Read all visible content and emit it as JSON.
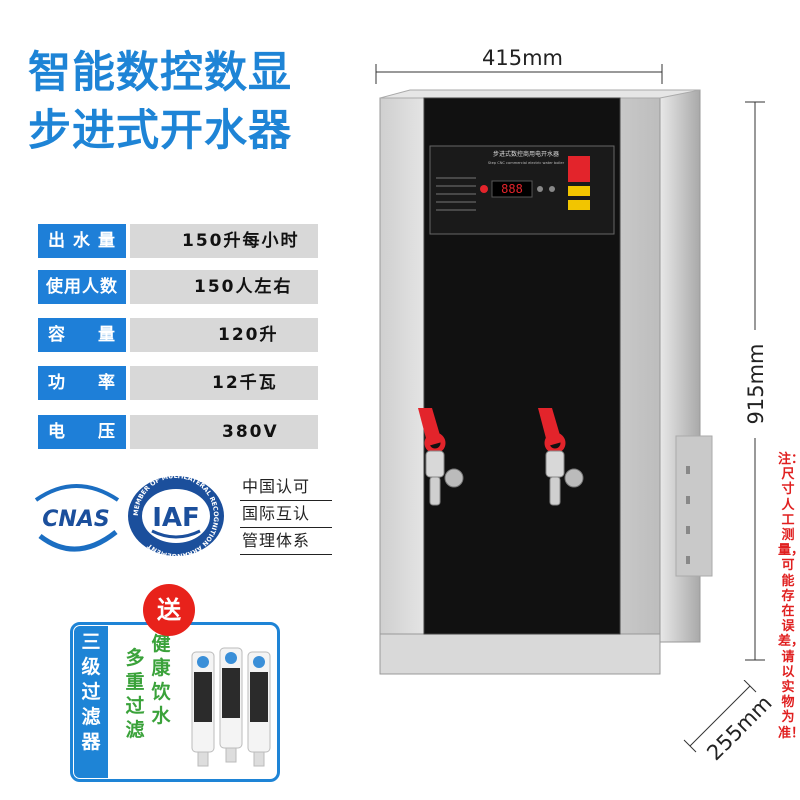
{
  "headline": {
    "line1": "智能数控数显",
    "line2": "步进式开水器"
  },
  "specs": [
    {
      "label": "出水量",
      "value": "150升每小时"
    },
    {
      "label": "使用人数",
      "value": "150人左右"
    },
    {
      "label": "容量",
      "value": "120升"
    },
    {
      "label": "功率",
      "value": "12千瓦"
    },
    {
      "label": "电压",
      "value": "380V"
    }
  ],
  "certification": {
    "cnas_logo": "CNAS",
    "iaf_logo": "IAF",
    "iaf_ring_text": "MEMBER OF MULTILATERAL RECOGNITION ARRANGEMENT",
    "lines": [
      "中国认可",
      "国际互认",
      "管理体系"
    ]
  },
  "gift": {
    "badge": "送",
    "filter_tag": "三级过滤器",
    "feature_a": "多重过滤",
    "feature_b": "健康饮水"
  },
  "dimensions": {
    "width": "415mm",
    "height": "915mm",
    "depth": "255mm"
  },
  "note": "注：尺寸人工测量，可能存在误差，请以实物为准！",
  "panel": {
    "title": "步进式数控商用电开水器",
    "subtitle": "Step CNC commercial electric water boiler",
    "display": "888"
  },
  "colors": {
    "brand_blue": "#1e84d6",
    "label_blue": "#1e7fd8",
    "faucet_red": "#e3242b",
    "note_red": "#e02020"
  }
}
